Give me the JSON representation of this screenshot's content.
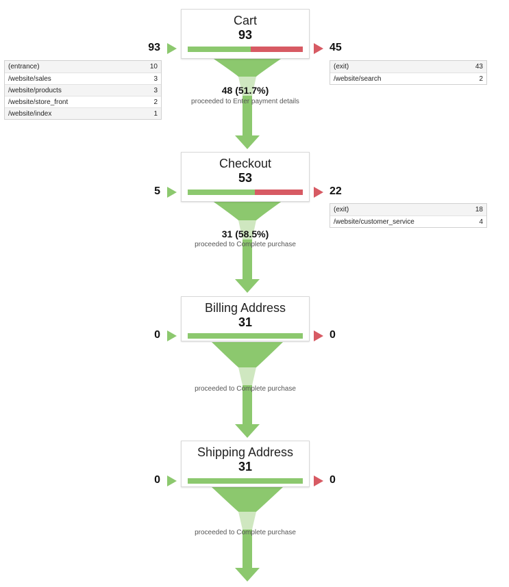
{
  "stages": [
    {
      "name": "Cart",
      "count": "93",
      "fill": 0.55,
      "entrances": "93",
      "exits": "45",
      "entrance_sources": [
        {
          "page": "(entrance)",
          "value": "10"
        },
        {
          "page": "/website/sales",
          "value": "3"
        },
        {
          "page": "/website/products",
          "value": "3"
        },
        {
          "page": "/website/store_front",
          "value": "2"
        },
        {
          "page": "/website/index",
          "value": "1"
        }
      ],
      "exit_destinations": [
        {
          "page": "(exit)",
          "value": "43"
        },
        {
          "page": "/website/search",
          "value": "2"
        }
      ],
      "proceeded_value": "48 (51.7%)",
      "proceeded_text": "proceeded to Enter payment details"
    },
    {
      "name": "Checkout",
      "count": "53",
      "fill": 0.585,
      "entrances": "5",
      "exits": "22",
      "entrance_sources": [],
      "exit_destinations": [
        {
          "page": "(exit)",
          "value": "18"
        },
        {
          "page": "/website/customer_service",
          "value": "4"
        }
      ],
      "proceeded_value": "31 (58.5%)",
      "proceeded_text": "proceeded to Complete purchase"
    },
    {
      "name": "Billing Address",
      "count": "31",
      "fill": 1.0,
      "entrances": "0",
      "exits": "0",
      "entrance_sources": [],
      "exit_destinations": [],
      "proceeded_value": "",
      "proceeded_text": "proceeded to Complete purchase"
    },
    {
      "name": "Shipping Address",
      "count": "31",
      "fill": 1.0,
      "entrances": "0",
      "exits": "0",
      "entrance_sources": [],
      "exit_destinations": [],
      "proceeded_value": "",
      "proceeded_text": "proceeded to Complete purchase"
    }
  ],
  "colors": {
    "proceed_green": "#8cc86e",
    "proceed_light": "#cfe7c0",
    "exit_red": "#d75a63",
    "entrance_arrow": "#8cc86e"
  }
}
